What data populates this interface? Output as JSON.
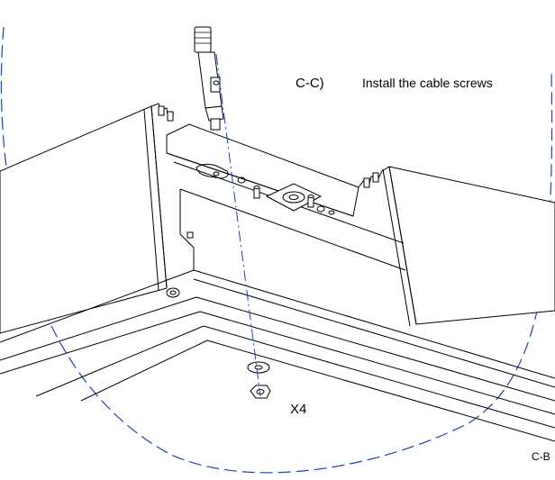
{
  "step": {
    "code": "C-C)",
    "instruction": "Install the cable screws"
  },
  "quantity_label": "X4",
  "corner_label": "C-B",
  "colors": {
    "detail_outline": "#1f3fbf",
    "linework": "#000000"
  }
}
